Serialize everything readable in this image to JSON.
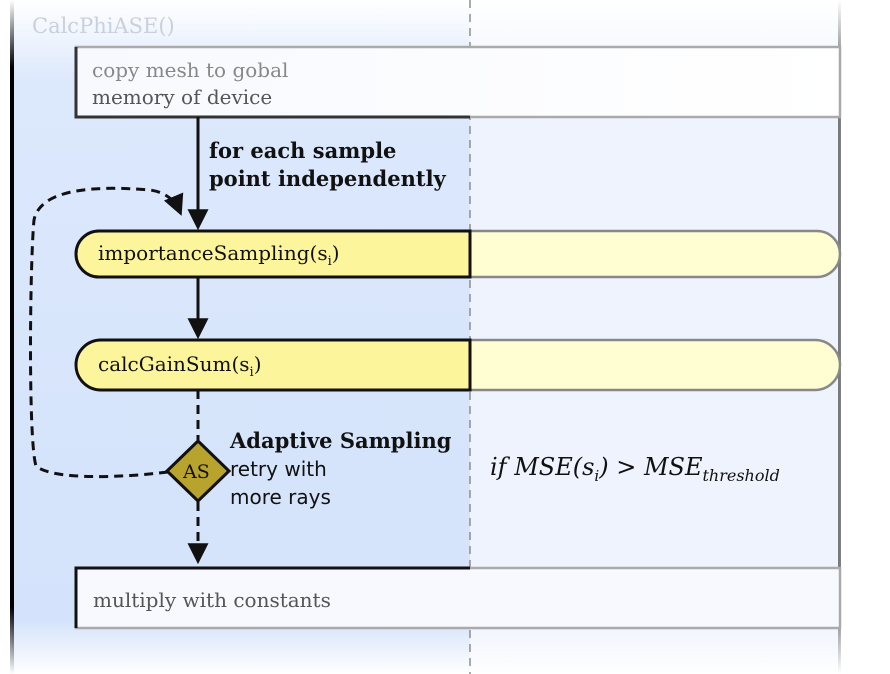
{
  "title": "CalcPhiASE()",
  "steps": {
    "copy_mesh": [
      "copy mesh to gobal",
      "memory of device"
    ],
    "loop_label": [
      "for each sample",
      "point independently"
    ],
    "importance_sampling": {
      "name": "importanceSampling(s",
      "sub": "i",
      "close": ")"
    },
    "calc_gain_sum": {
      "name": "calcGainSum(s",
      "sub": "i",
      "close": ")"
    },
    "adaptive": {
      "title": "Adaptive Sampling",
      "line1": "retry with",
      "line2": "more rays",
      "badge": "AS"
    },
    "condition": {
      "prefix": "if MSE(s",
      "sub": "i",
      "mid": ") > MSE",
      "sub2": "threshold"
    },
    "multiply": "multiply with constants"
  },
  "colors": {
    "left_panel": "#d6e4fb",
    "right_panel": "#eef3fd",
    "pill_fill": "#fdf59c",
    "pill_fill_right": "#fffdd0",
    "diamond": "#b8a42c"
  }
}
